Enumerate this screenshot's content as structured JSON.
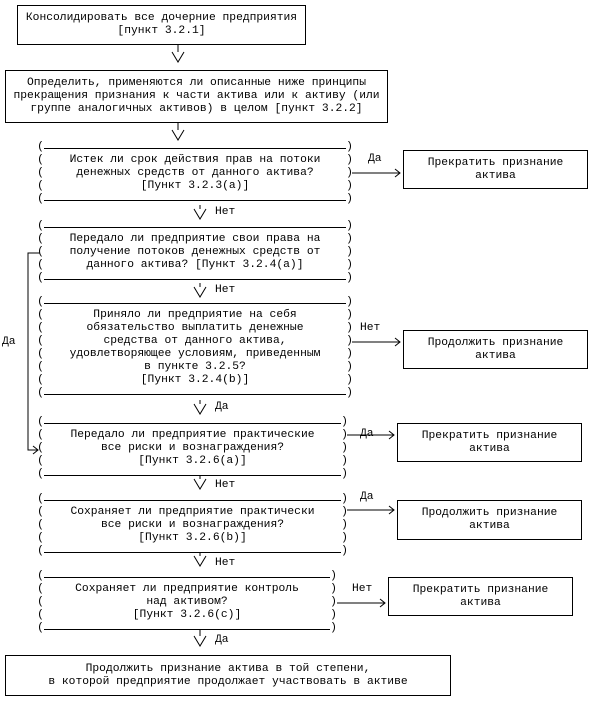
{
  "start": {
    "lines": [
      "Консолидировать все дочерние предприятия",
      "[пункт 3.2.1]"
    ]
  },
  "determine": {
    "lines": [
      "Определить, применяются ли описанные ниже принципы",
      "прекращения признания к части актива или к активу (или",
      "группе аналогичных активов) в целом [пункт 3.2.2]"
    ]
  },
  "decisions": [
    {
      "lines": [
        "Истек ли срок действия прав на потоки",
        "денежных средств от данного актива?",
        "[Пункт 3.2.3(а)]"
      ]
    },
    {
      "lines": [
        "Передало ли предприятие свои права на",
        "получение потоков денежных средств от",
        "данного актива? [Пункт 3.2.4(а)]"
      ]
    },
    {
      "lines": [
        "Приняло ли предприятие на себя",
        "обязательство выплатить денежные",
        "средства от данного актива,",
        "удовлетворяющее условиям, приведенным",
        "в пункте 3.2.5?",
        "[Пункт 3.2.4(b)]"
      ]
    },
    {
      "lines": [
        "Передало ли предприятие практические",
        "все риски и вознаграждения?",
        "[Пункт 3.2.6(а)]"
      ]
    },
    {
      "lines": [
        "Сохраняет ли предприятие практически",
        "все риски и вознаграждения?",
        "[Пункт 3.2.6(b)]"
      ]
    },
    {
      "lines": [
        "Сохраняет ли предприятие контроль",
        "над активом?",
        "[Пункт 3.2.6(с)]"
      ]
    }
  ],
  "outcomes": [
    {
      "lines": [
        "Прекратить признание",
        "актива"
      ]
    },
    {
      "lines": [
        "Продолжить признание",
        "актива"
      ]
    },
    {
      "lines": [
        "Прекратить признание",
        "актива"
      ]
    },
    {
      "lines": [
        "Продолжить признание",
        "актива"
      ]
    },
    {
      "lines": [
        "Прекратить признание",
        "актива"
      ]
    }
  ],
  "final": {
    "lines": [
      "Продолжить признание актива в той степени,",
      "в которой предприятие продолжает участвовать в активе"
    ]
  },
  "labels": {
    "yes": "Да",
    "no": "Нет"
  }
}
